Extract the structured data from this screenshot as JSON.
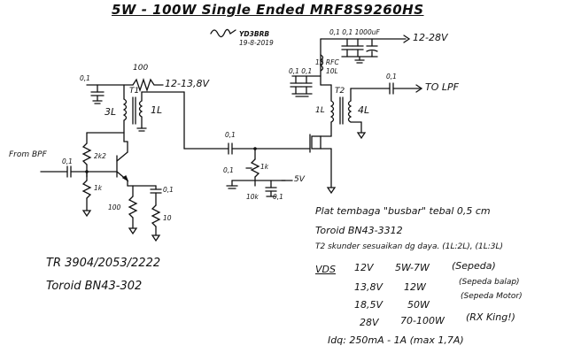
{
  "title": "5W - 100W Single Ended MRF8S9260HS",
  "signature": {
    "callsign": "YD3BRB",
    "date": "19-8-2019"
  },
  "power_input": {
    "label": "12-13,8V",
    "resistor": "100"
  },
  "power_output": {
    "label": "12-28V",
    "caps": "0,1  0,1  1000uF"
  },
  "input": {
    "label": "From BPF",
    "cap": "0,1"
  },
  "output": {
    "label": "TO LPF",
    "cap": "0,1"
  },
  "stage1": {
    "cap_top": "0,1",
    "transformer": "T1",
    "primary": "3L",
    "secondary": "1L",
    "base_resistor": "2k2",
    "emitter_base_resistor": "1k",
    "emitter_resistor": "100",
    "emitter_cap": "0,1",
    "emitter_resistor2": "10"
  },
  "stage2": {
    "coupling_cap": "0,1",
    "bias_pot": "1k",
    "bias_cap": "0,1",
    "bias_resistor": "10k",
    "bias_cap2": "0,1",
    "bias_supply": "5V",
    "rfc_label": "13 RFC",
    "rfc_value": "10L",
    "rfc_caps": "0,1  0,1",
    "transformer": "T2",
    "primary": "1L",
    "secondary": "4L"
  },
  "notes": {
    "busbar": "Plat tembaga \"busbar\" tebal 0,5 cm",
    "toroid": "Toroid BN43-3312",
    "t2": "T2 skunder sesuaikan dg daya. (1L:2L), (1L:3L)",
    "vds_label": "VDS",
    "vds_rows": [
      {
        "v": "12V",
        "p": "5W-7W",
        "note": "(Sepeda)"
      },
      {
        "v": "13,8V",
        "p": "12W",
        "note": "(Sepeda balap)"
      },
      {
        "v": "18,5V",
        "p": "50W",
        "note": "(Sepeda Motor)"
      },
      {
        "v": "28V",
        "p": "70-100W",
        "note": "(RX King!)"
      }
    ],
    "idq": "Idq: 250mA - 1A (max 1,7A)"
  },
  "bottom_left": {
    "transistors": "TR 3904/2053/2222",
    "toroid": "Toroid BN43-302"
  }
}
